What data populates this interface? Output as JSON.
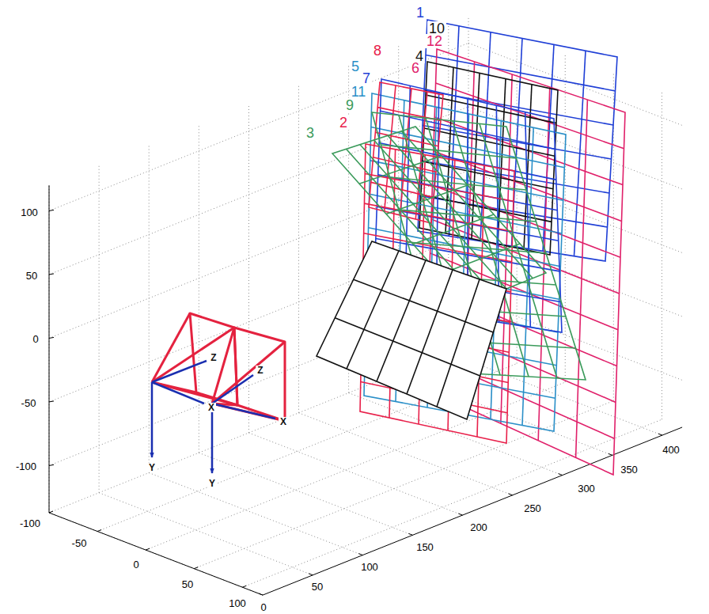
{
  "diagram": {
    "labels": [
      "1",
      "10",
      "12",
      "8",
      "4",
      "6",
      "5",
      "7",
      "11",
      "9",
      "2",
      "3",
      "100",
      "50",
      "0",
      "-50",
      "-100",
      "-100",
      "-50",
      "0",
      "50",
      "100",
      "0",
      "50",
      "100",
      "150",
      "200",
      "250",
      "300",
      "350",
      "400",
      "Z",
      "Z",
      "X",
      "X",
      "Y",
      "Y"
    ]
  }
}
